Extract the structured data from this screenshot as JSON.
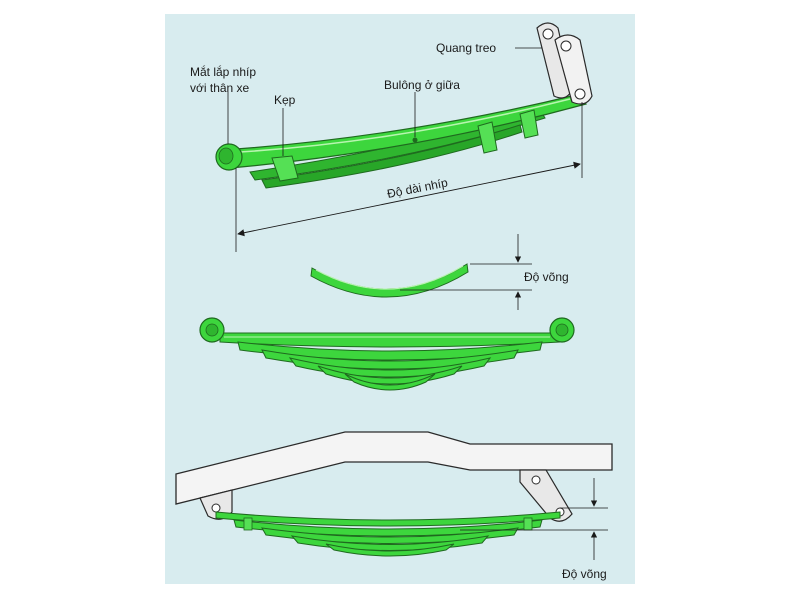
{
  "labels": {
    "eye_line1": "Mắt lắp nhíp",
    "eye_line2": "với thân xe",
    "clamp": "Kẹp",
    "center_bolt": "Bulông ở giữa",
    "shackle": "Quang treo",
    "spring_length": "Độ dài nhíp",
    "camber_top": "Độ võng",
    "camber_bottom": "Độ võng"
  },
  "colors": {
    "background": "#d8ecef",
    "spring_green": "#3dd63d",
    "spring_dark": "#1f8a1f",
    "spring_light": "#a8f0a0",
    "frame": "#f4f4f4",
    "outline": "#2a2a2a"
  }
}
